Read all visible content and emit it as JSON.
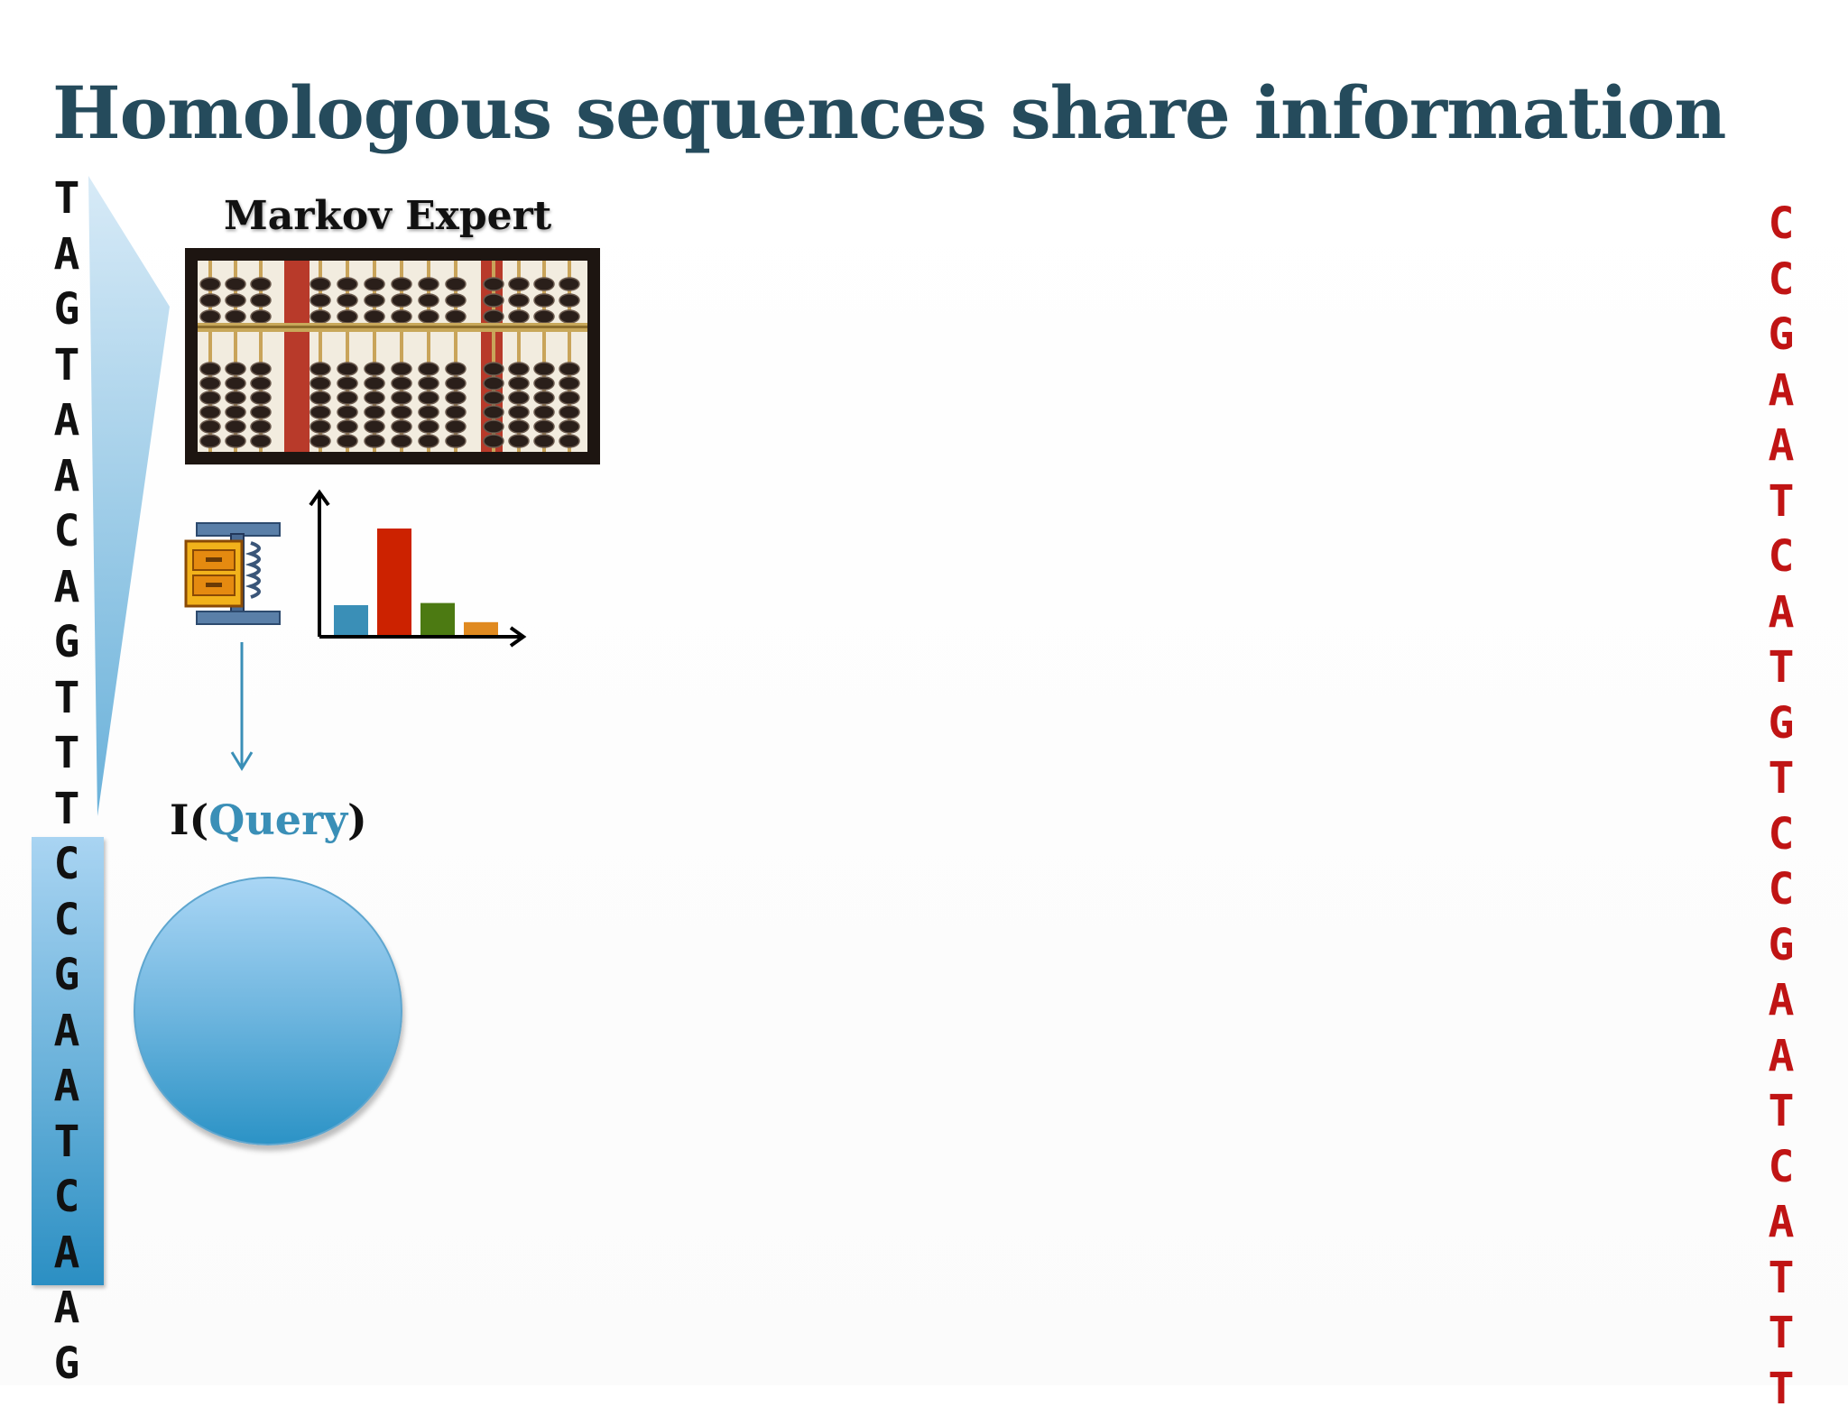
{
  "slide": {
    "title": "Homologous sequences share information"
  },
  "left_sequence": {
    "bases": [
      "T",
      "A",
      "G",
      "T",
      "A",
      "A",
      "C",
      "A",
      "G",
      "T",
      "T",
      "T",
      "C",
      "C",
      "G",
      "A",
      "A",
      "T",
      "C",
      "A",
      "A",
      "G"
    ],
    "highlighted_window_start_index": 12,
    "highlighted_window_length": 8,
    "color": "#111111",
    "highlight_color": "#5aa9d6"
  },
  "right_sequence": {
    "bases": [
      "C",
      "C",
      "G",
      "A",
      "A",
      "T",
      "C",
      "A",
      "T",
      "G",
      "T",
      "C",
      "C",
      "G",
      "A",
      "A",
      "T",
      "C",
      "A",
      "T",
      "T",
      "T"
    ],
    "color": "#c01414"
  },
  "expert": {
    "label": "Markov Expert",
    "image_icon": "abacus-icon"
  },
  "compressor": {
    "icon": "compression-vise-icon"
  },
  "histogram": {
    "icon": "probability-histogram-icon",
    "bar_colors": [
      "#3a8fb7",
      "#cc2200",
      "#4c7a12",
      "#e08a20"
    ],
    "bar_levels": [
      0.28,
      1.0,
      0.3,
      0.12
    ]
  },
  "information": {
    "prefix": "I(",
    "query": "Query",
    "suffix": ")",
    "query_color": "#3a8fb7"
  }
}
